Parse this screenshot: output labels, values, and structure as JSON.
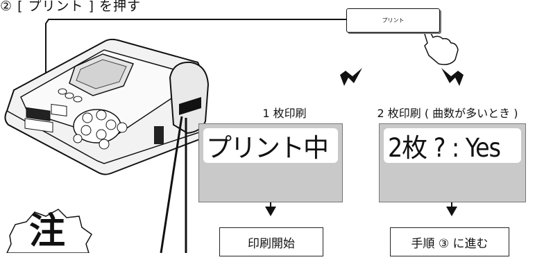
{
  "step": {
    "heading": "② [ プリント ] を押す"
  },
  "button": {
    "label": "プリント"
  },
  "panels": [
    {
      "label": "1 枚印刷",
      "screen_text": "プリント中",
      "result": "印刷開始"
    },
    {
      "label": "2 枚印刷 ( 曲数が多いとき )",
      "screen_text": "2枚 ? : Yes",
      "result": "手順 ③ に進む"
    }
  ],
  "caution": {
    "mark": "注"
  },
  "colors": {
    "screen_bg": "#c9c9c9",
    "line": "#111111"
  }
}
